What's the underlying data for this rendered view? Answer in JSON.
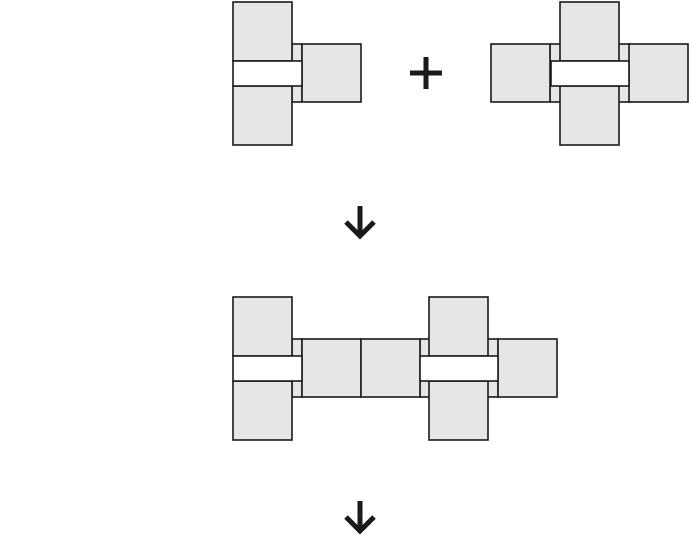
{
  "diagram": {
    "description_text": "",
    "colors": {
      "tile_fill": "#e6e6e6",
      "bar_fill": "#ffffff",
      "stroke": "#1a1a1a"
    },
    "panels": [
      {
        "id": "reactant-left",
        "shape": "T-shaped tile assembly (3 tiles)"
      },
      {
        "id": "reactant-right",
        "shape": "cross-shaped tile assembly (4 tiles)"
      },
      {
        "id": "product",
        "shape": "combined assembly (7 tiles)"
      }
    ],
    "operators": [
      {
        "id": "plus-icon",
        "symbol": "+"
      },
      {
        "id": "arrow-down-icon-1",
        "symbol": "↓"
      },
      {
        "id": "arrow-down-icon-2",
        "symbol": "↓"
      }
    ]
  }
}
